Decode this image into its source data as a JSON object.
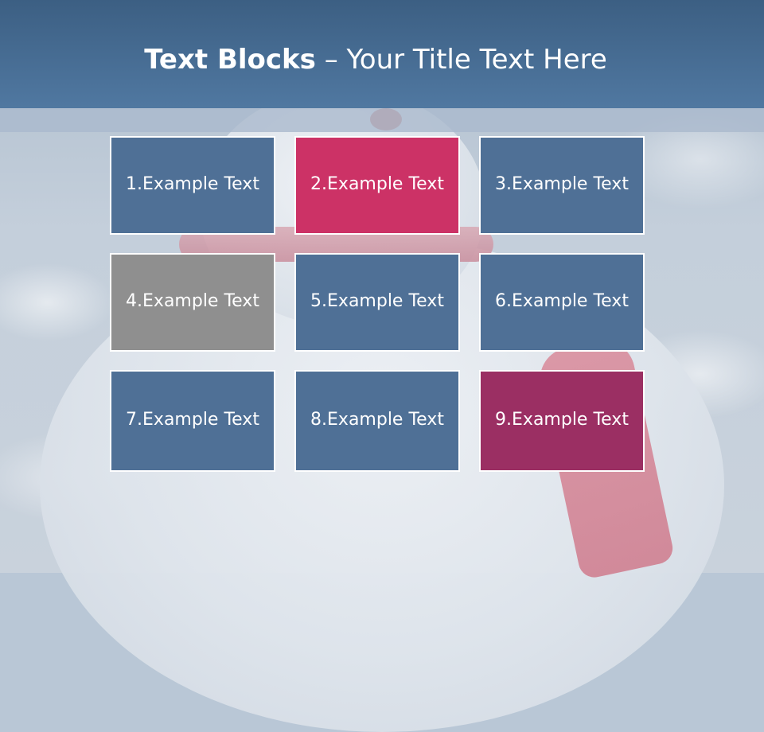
{
  "slide": {
    "title_bold": "Text Blocks",
    "title_separator": " – ",
    "title_rest": "Your Title Text Here"
  },
  "blocks": [
    {
      "label": "1.Example Text",
      "color": "#4f7096"
    },
    {
      "label": "2.Example Text",
      "color": "#cc3266"
    },
    {
      "label": "3.Example Text",
      "color": "#4f7096"
    },
    {
      "label": "4.Example Text",
      "color": "#8f8f8f"
    },
    {
      "label": "5.Example Text",
      "color": "#4f7096"
    },
    {
      "label": "6.Example Text",
      "color": "#4f7096"
    },
    {
      "label": "7.Example Text",
      "color": "#4f7096"
    },
    {
      "label": "8.Example Text",
      "color": "#4f7096"
    },
    {
      "label": "9.Example Text",
      "color": "#9b2f63"
    }
  ],
  "colors": {
    "header": "#4a6f95",
    "block_border": "#ffffff",
    "text": "#ffffff"
  }
}
